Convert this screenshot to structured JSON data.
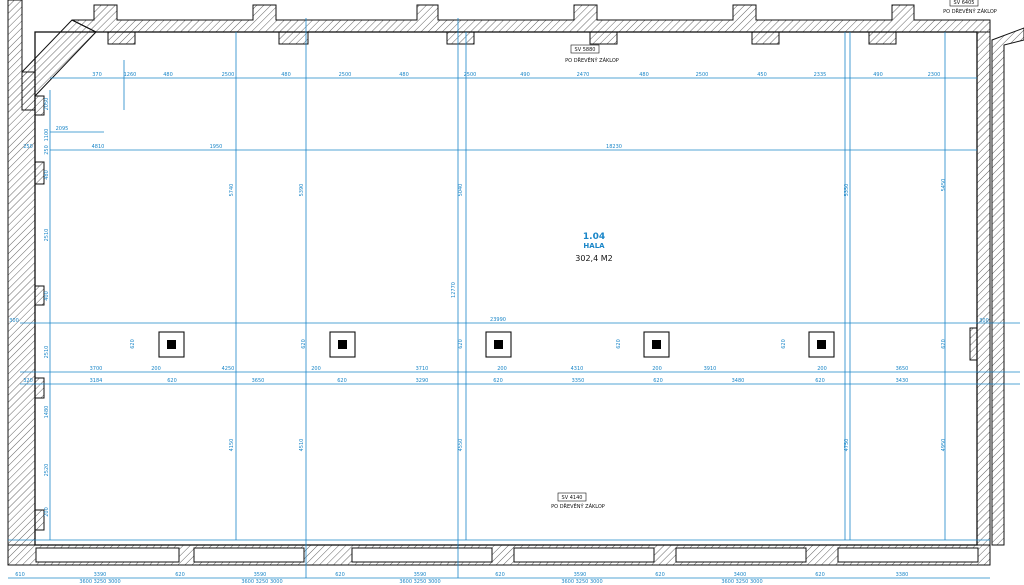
{
  "room": {
    "number": "1.04",
    "name": "HALA",
    "area": "302,4 M2"
  },
  "tags": {
    "top_mid": "SV 5880",
    "top_right": "SV 6405",
    "bottom_mid": "SV 4140"
  },
  "notes": {
    "top_mid": "PO DŘEVĚNÝ ZÁKLOP",
    "top_right": "PO DŘEVĚNÝ ZÁKLOP",
    "bottom_mid": "PO DŘEVĚNÝ ZÁKLOP"
  },
  "dims": {
    "top_row": [
      "370",
      "1260",
      "480",
      "2500",
      "480",
      "2500",
      "480",
      "2500",
      "490",
      "2470",
      "480",
      "2500",
      "450",
      "2335",
      "490",
      "2300"
    ],
    "upper_row": [
      "250",
      "4810",
      "1950",
      "18230"
    ],
    "upper_left": "2095",
    "mid_row": [
      "3700",
      "200",
      "4250",
      "200",
      "3710",
      "200",
      "4310",
      "200",
      "3910",
      "200",
      "3650"
    ],
    "lower_row": [
      "320",
      "3184",
      "620",
      "3650",
      "620",
      "3290",
      "620",
      "3350",
      "620",
      "3480",
      "620",
      "3430"
    ],
    "center_span": "23990",
    "bottom_row": [
      "610",
      "3390",
      "620",
      "3590",
      "620",
      "3590",
      "620",
      "3590",
      "620",
      "3400",
      "620",
      "3380"
    ],
    "bottom_openings": [
      "3600 3250 3000",
      "3600 3250 3000",
      "3600 3250 3000",
      "3600 3250 3000",
      "3600 3250 3000"
    ],
    "vert_top": [
      "5740",
      "5390",
      "5040",
      "5350"
    ],
    "vert_long": "12770",
    "vert_bot": [
      "4150",
      "4510",
      "4550",
      "4750",
      "4950"
    ],
    "left_col": [
      "2050",
      "1100",
      "250",
      "480",
      "2510",
      "400",
      "2510",
      "1480",
      "2520",
      "200"
    ],
    "right_top": "5450",
    "col_size": "620",
    "side_left": "300",
    "side_right": "300"
  },
  "colors": {
    "wall": "#111111",
    "dim": "#1a86c8",
    "label": "#1a86c8"
  }
}
